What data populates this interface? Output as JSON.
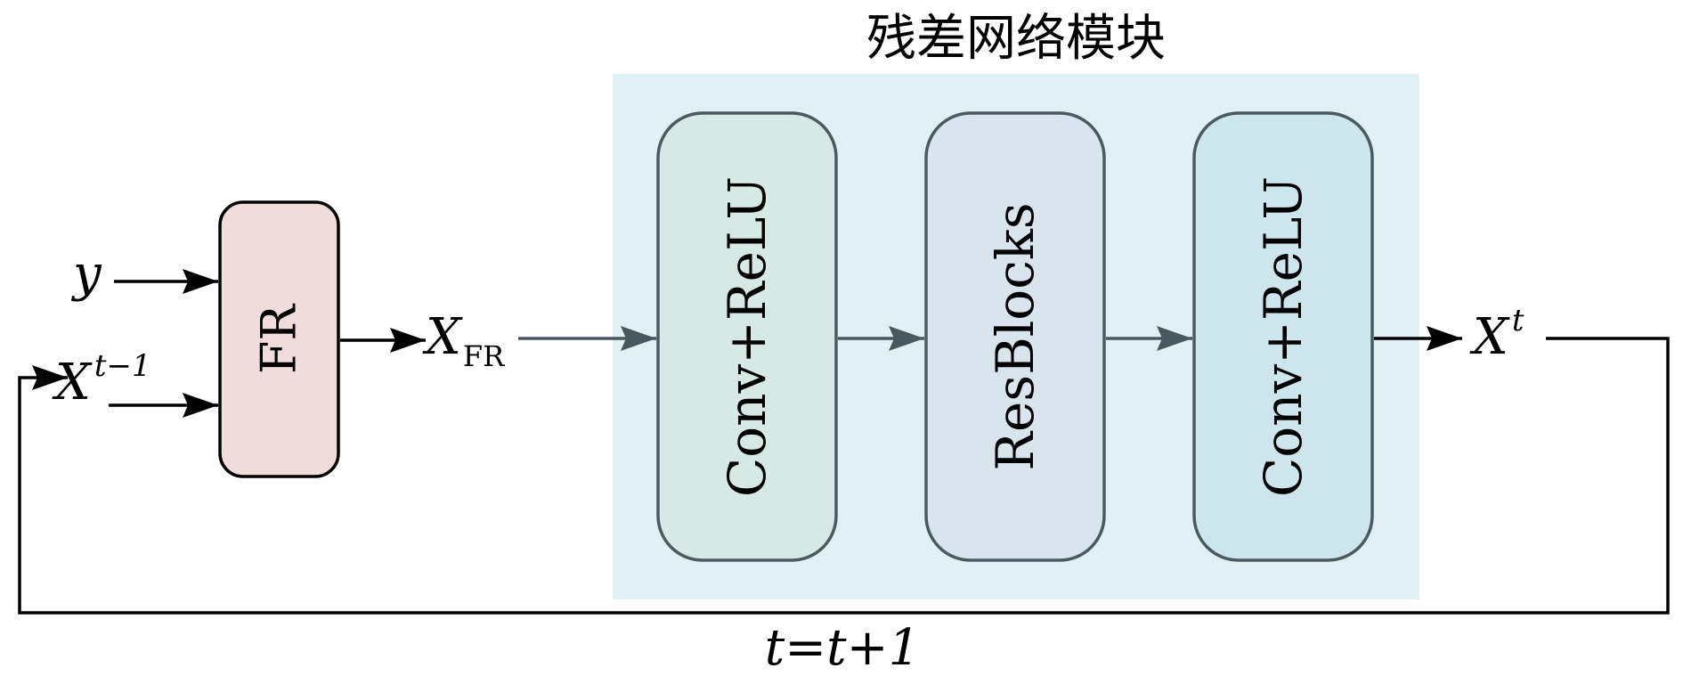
{
  "module": {
    "title": "残差网络模块",
    "fill": "#e1f0f5"
  },
  "blocks": [
    {
      "label": "Conv+ReLU",
      "fill": "#d6e9e4"
    },
    {
      "label": "ResBlocks",
      "fill": "#d8e5ed"
    },
    {
      "label": "Conv+ReLU",
      "fill": "#cde6ee"
    }
  ],
  "fr_block": {
    "label": "FR",
    "fill": "#f1dcdc"
  },
  "inputs": {
    "y": "y",
    "x_prev_base": "X",
    "x_prev_sup": "t−1"
  },
  "intermediate": {
    "base": "X",
    "sub": "FR"
  },
  "output": {
    "base": "X",
    "sup": "t"
  },
  "loop_label": "t=t+1",
  "colors": {
    "dark_arrow": "#48585f",
    "block_stroke": "#4a5a60",
    "black": "#000000"
  }
}
